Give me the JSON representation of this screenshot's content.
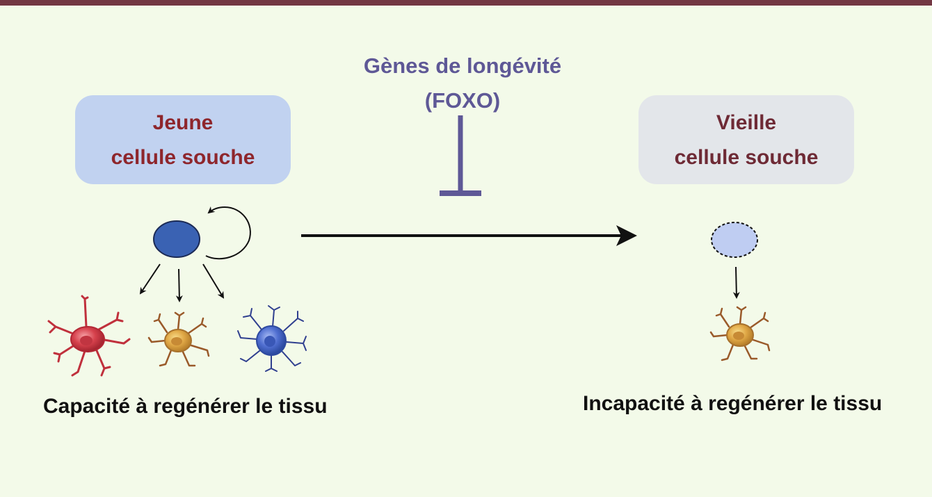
{
  "inhibitor": {
    "line1": "Gènes de longévité",
    "line2": "(FOXO)",
    "color": "#5e5896"
  },
  "young_cell": {
    "line1": "Jeune",
    "line2": "cellule souche",
    "caption": "Capacité à regénérer le tissu",
    "box_color": "#c1d2f0",
    "text_color": "#8e262c"
  },
  "old_cell": {
    "line1": "Vieille",
    "line2": "cellule souche",
    "caption": "Incapacité à regénérer le tissu",
    "box_color": "#e3e6ea",
    "text_color": "#6e2a35"
  },
  "colors": {
    "background": "#f3fae9",
    "top_bar": "#733743",
    "young_stem_cell": "#3a62b3",
    "old_stem_cell": "#bfcdf2",
    "red_cell": "#d6414c",
    "yellow_cell": "#e0a846",
    "blue_cell": "#4f6ed0"
  },
  "icons": [
    "self-renewal-arrow",
    "aging-arrow",
    "inhibition-t-bar",
    "differentiation-arrow"
  ]
}
